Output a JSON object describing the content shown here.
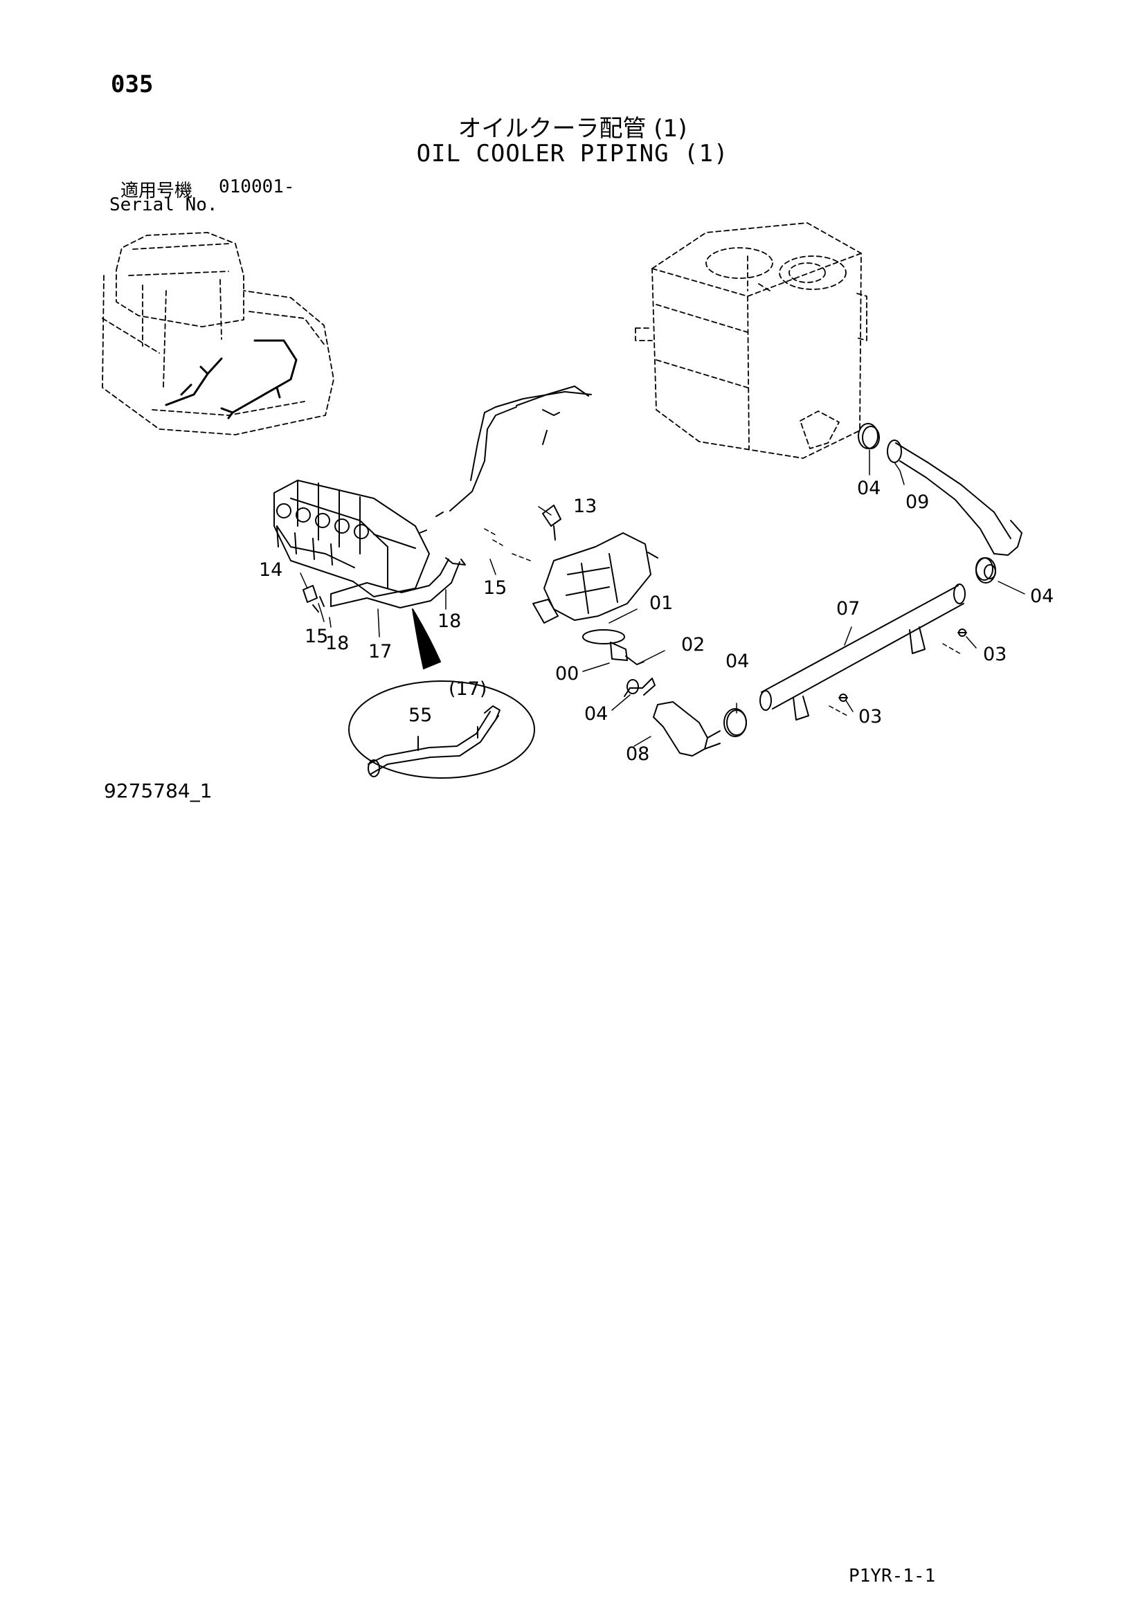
{
  "header": {
    "page_number": "035",
    "title_ja": "オイルクーラ配管 (1)",
    "title_en": "OIL COOLER PIPING (1)"
  },
  "serial": {
    "label_ja": "適用号機",
    "range": "010001-",
    "label_en": "Serial No."
  },
  "callouts": {
    "c13": "13",
    "c14": "14",
    "c15a": "15",
    "c15b": "15",
    "c18a": "18",
    "c18b": "18",
    "c17": "17",
    "c01": "01",
    "c02": "02",
    "c00": "00",
    "c04a": "04",
    "c04b": "04",
    "c04c": "04",
    "c04d": "04",
    "c09": "09",
    "c07": "07",
    "c03a": "03",
    "c03b": "03",
    "c08": "08",
    "c55": "55",
    "c17b": "(17)"
  },
  "footer": {
    "drawing_number": "9275784_1",
    "page_code": "P1YR-1-1"
  }
}
